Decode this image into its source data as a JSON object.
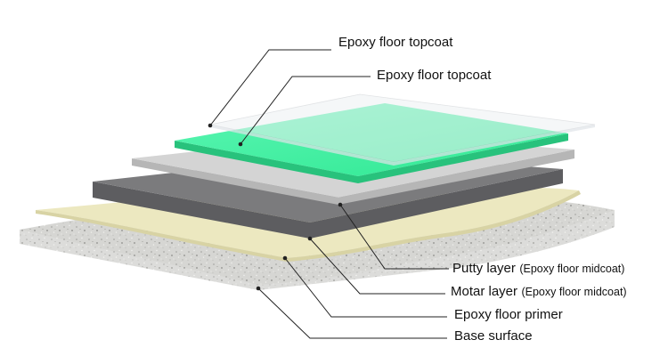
{
  "labels": {
    "topcoat_1": "Epoxy floor topcoat",
    "topcoat_2": "Epoxy floor topcoat",
    "putty_main": "Putty layer",
    "putty_sub": "(Epoxy floor midcoat)",
    "motar_main": "Motar layer",
    "motar_sub": "(Epoxy floor midcoat)",
    "primer": "Epoxy floor primer",
    "base": "Base surface"
  },
  "colors": {
    "base_top": "#d9d9d6",
    "base_side": "#bdbdb9",
    "primer_top": "#ece8c0",
    "motar_top": "#7b7b7d",
    "motar_side": "#5d5d60",
    "putty_top": "#d4d4d4",
    "putty_side": "#b6b6b6",
    "green_top": "#3ff2a0",
    "green_side": "#28c27c",
    "clear_top": "#eef1f3",
    "leader": "#222222"
  }
}
